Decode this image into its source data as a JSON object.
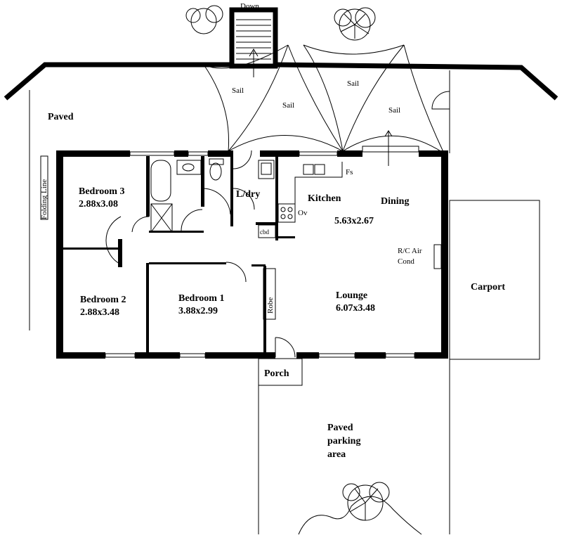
{
  "title": "House floor plan",
  "labels": {
    "down": "Down",
    "paved": "Paved",
    "folding_line": "Folding Line",
    "sails": [
      "Sail",
      "Sail",
      "Sail",
      "Sail"
    ],
    "bedroom3": {
      "name": "Bedroom 3",
      "size": "2.88x3.08"
    },
    "bedroom2": {
      "name": "Bedroom 2",
      "size": "2.88x3.48"
    },
    "bedroom1": {
      "name": "Bedroom 1",
      "size": "3.88x2.99"
    },
    "laundry": "L/dry",
    "kitchen": "Kitchen",
    "dining": "Dining",
    "kitchen_dining_size": "5.63x2.67",
    "fs": "Fs",
    "oven": "Ov",
    "cupboard": "cbd",
    "aircon": [
      "R/C Air",
      "Cond"
    ],
    "robe": "Robe",
    "lounge": {
      "name": "Lounge",
      "size": "6.07x3.48"
    },
    "carport": "Carport",
    "porch": "Porch",
    "parking": [
      "Paved",
      "parking",
      "area"
    ]
  }
}
